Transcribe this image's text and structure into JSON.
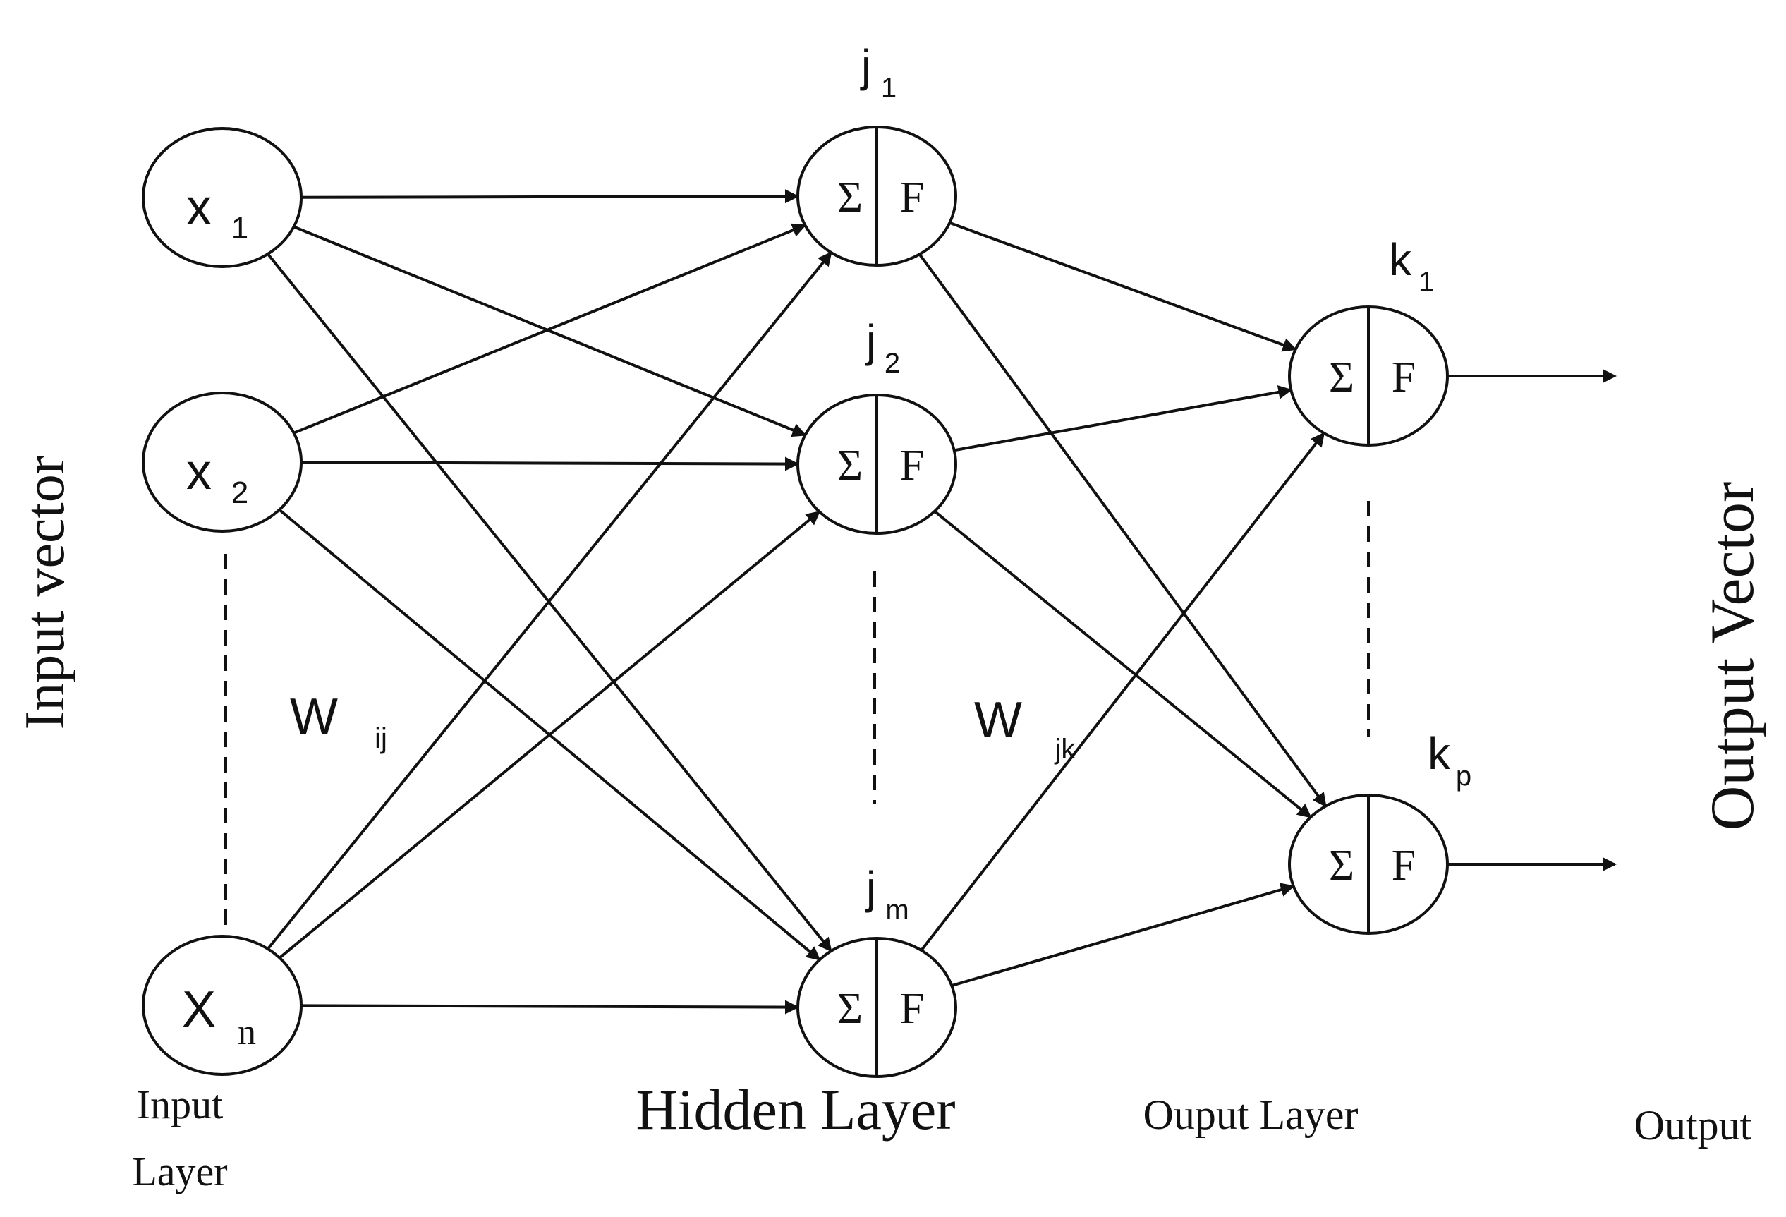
{
  "input_nodes": [
    {
      "id": "x1",
      "base": "x",
      "sub": "1"
    },
    {
      "id": "x2",
      "base": "x",
      "sub": "2"
    },
    {
      "id": "xn",
      "base": "X",
      "sub": "n"
    }
  ],
  "hidden_nodes": [
    {
      "id": "j1",
      "base": "j",
      "sub": "1",
      "sum": "Σ",
      "func": "F"
    },
    {
      "id": "j2",
      "base": "j",
      "sub": "2",
      "sum": "Σ",
      "func": "F"
    },
    {
      "id": "jm",
      "base": "j",
      "sub": "m",
      "sum": "Σ",
      "func": "F"
    }
  ],
  "output_nodes": [
    {
      "id": "k1",
      "base": "k",
      "sub": "1",
      "sum": "Σ",
      "func": "F"
    },
    {
      "id": "kp",
      "base": "k",
      "sub": "p",
      "sum": "Σ",
      "func": "F"
    }
  ],
  "weights": {
    "input_hidden": {
      "base": "W",
      "sub": "ij"
    },
    "hidden_output": {
      "base": "W",
      "sub": "jk"
    }
  },
  "labels": {
    "input_vector": "Input vector",
    "output_vector": "Output Vector",
    "input_layer_line1": "Input",
    "input_layer_line2": "Layer",
    "hidden_layer": "Hidden Layer",
    "output_layer": "Ouput Layer",
    "output": "Output"
  }
}
